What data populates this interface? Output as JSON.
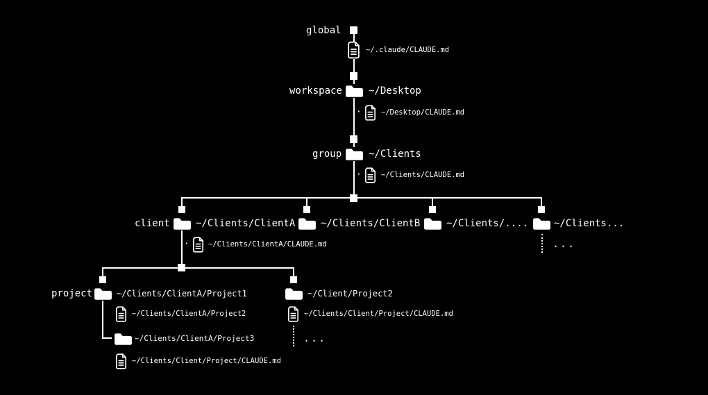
{
  "colors": {
    "background": "#000000",
    "foreground": "#ffffff"
  },
  "bullet": "·",
  "tree": {
    "global": {
      "label": "global",
      "file": "~/.claude/CLAUDE.md"
    },
    "workspace": {
      "label": "workspace",
      "folder": "~/Desktop",
      "file": "~/Desktop/CLAUDE.md"
    },
    "group": {
      "label": "group",
      "folder": "~/Clients",
      "file": "~/Clients/CLAUDE.md"
    },
    "client": {
      "label": "client",
      "folders": [
        "~/Clients/ClientA",
        "~/Clients/ClientB",
        "~/Clients/....",
        "~/Clients..."
      ],
      "file": "~/Clients/ClientA/CLAUDE.md",
      "ellipsis": "..."
    },
    "project": {
      "label": "project",
      "left": {
        "folder1": "~/Clients/ClientA/Project1",
        "file2": "~/Clients/ClientA/Project2",
        "folder3": "~/Clients/ClientA/Project3",
        "claude_file": "~/Clients/Client/Project/CLAUDE.md"
      },
      "right": {
        "folder": "~/Client/Project2",
        "claude_file": "~/Clients/Client/Project/CLAUDE.md",
        "ellipsis": "..."
      }
    }
  }
}
